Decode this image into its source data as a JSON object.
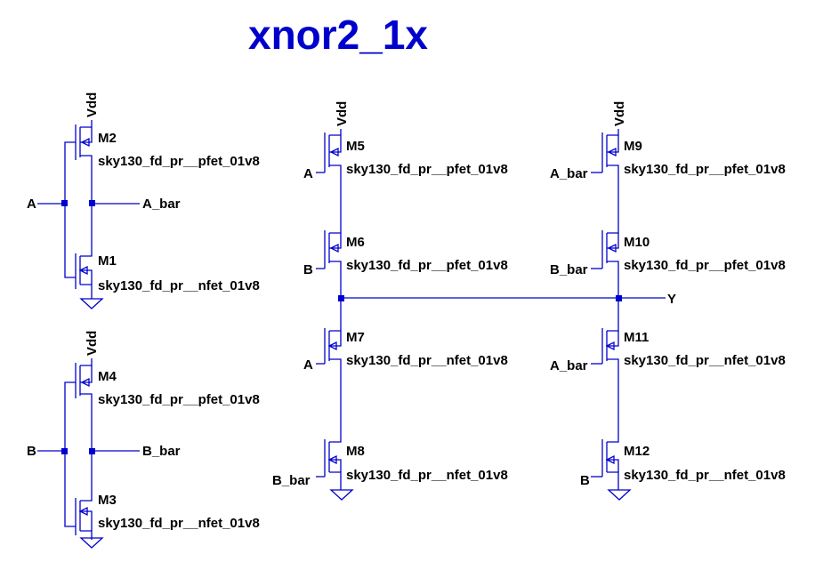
{
  "title": "xnor2_1x",
  "colors": {
    "wire": "#0000cc",
    "text": "#000000",
    "title": "#0000cc",
    "background": "#ffffff"
  },
  "supply": "Vdd",
  "ground_symbol": "ground-icon",
  "pfet_model": "sky130_fd_pr__pfet_01v8",
  "nfet_model": "sky130_fd_pr__nfet_01v8",
  "transistors": {
    "M1": {
      "name": "M1",
      "model": "sky130_fd_pr__nfet_01v8"
    },
    "M2": {
      "name": "M2",
      "model": "sky130_fd_pr__pfet_01v8"
    },
    "M3": {
      "name": "M3",
      "model": "sky130_fd_pr__nfet_01v8"
    },
    "M4": {
      "name": "M4",
      "model": "sky130_fd_pr__pfet_01v8"
    },
    "M5": {
      "name": "M5",
      "model": "sky130_fd_pr__pfet_01v8",
      "gate": "A"
    },
    "M6": {
      "name": "M6",
      "model": "sky130_fd_pr__pfet_01v8",
      "gate": "B"
    },
    "M7": {
      "name": "M7",
      "model": "sky130_fd_pr__nfet_01v8",
      "gate": "A"
    },
    "M8": {
      "name": "M8",
      "model": "sky130_fd_pr__nfet_01v8",
      "gate": "B_bar"
    },
    "M9": {
      "name": "M9",
      "model": "sky130_fd_pr__pfet_01v8",
      "gate": "A_bar"
    },
    "M10": {
      "name": "M10",
      "model": "sky130_fd_pr__pfet_01v8",
      "gate": "B_bar"
    },
    "M11": {
      "name": "M11",
      "model": "sky130_fd_pr__nfet_01v8",
      "gate": "A_bar"
    },
    "M12": {
      "name": "M12",
      "model": "sky130_fd_pr__nfet_01v8",
      "gate": "B"
    }
  },
  "nets": {
    "A": "A",
    "A_bar": "A_bar",
    "B": "B",
    "B_bar": "B_bar",
    "Y": "Y"
  }
}
